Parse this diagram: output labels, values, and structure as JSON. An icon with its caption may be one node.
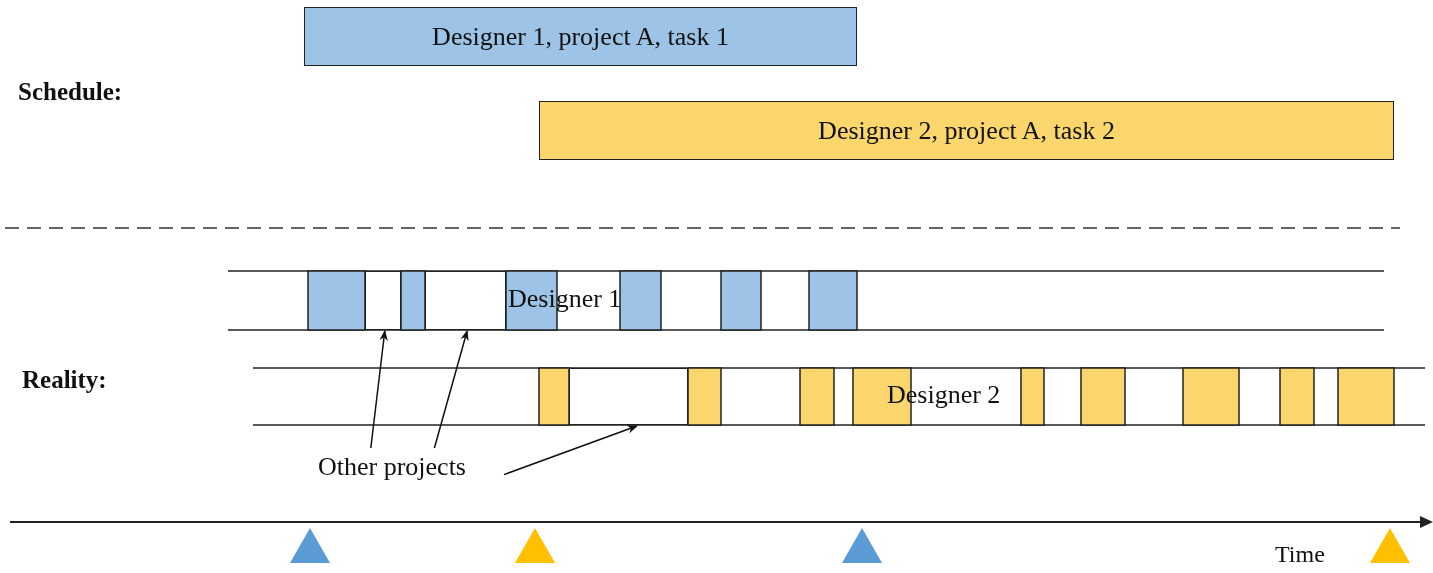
{
  "diagram": {
    "nodes": [
      {
        "text": [
          "Designer 1, project A, task 1"
        ]
      },
      {
        "text": [
          "Designer 2, project A, task 2"
        ]
      },
      {
        "text": [
          "Other projects"
        ]
      },
      {
        "text": [],
        "shape": "box"
      },
      {
        "text": [],
        "shape": "box"
      },
      {
        "text": [],
        "shape": "box"
      }
    ],
    "edges": [
      {
        "from": 2,
        "to": 3,
        "arrow": "to"
      },
      {
        "from": 2,
        "to": 4,
        "arrow": "to"
      },
      {
        "from": 2,
        "to": 5,
        "arrow": "to"
      }
    ],
    "labels": [
      "Schedule:",
      "Reality:",
      "Designer 1",
      "Designer 2",
      "Time"
    ]
  }
}
